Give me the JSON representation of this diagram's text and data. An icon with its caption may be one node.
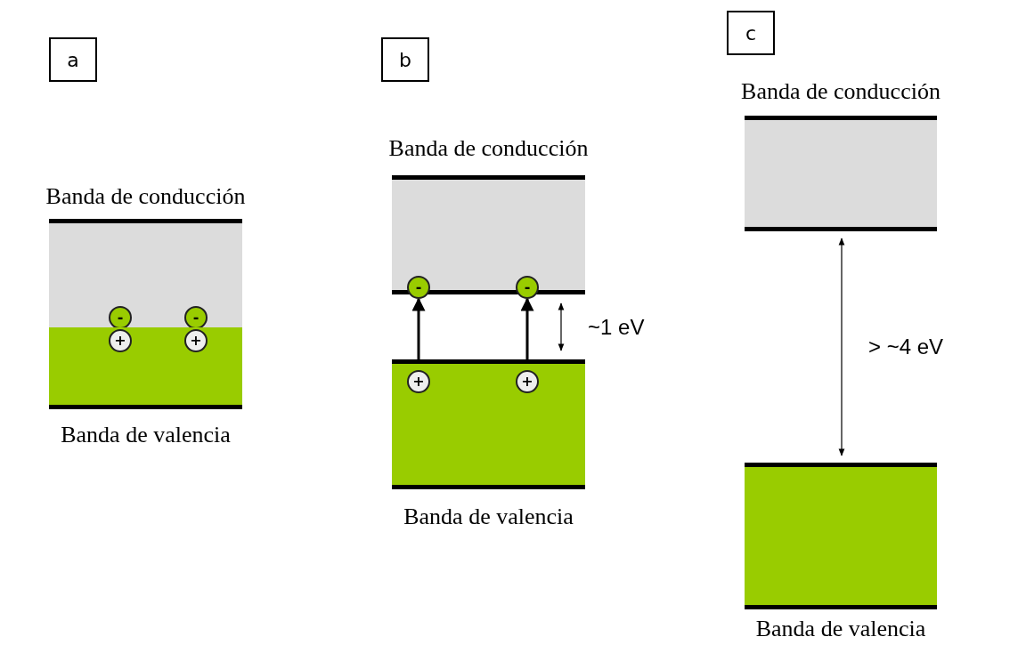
{
  "diagram": {
    "nodes": [
      {
        "text": [
          "a"
        ]
      },
      {
        "text": [
          "Banda de conducción"
        ]
      },
      {
        "text": [
          "-"
        ],
        "in": 1
      },
      {
        "text": [
          "-"
        ],
        "in": 1
      },
      {
        "text": [
          "Banda de valencia"
        ]
      },
      {
        "text": [
          "+"
        ],
        "in": 4
      },
      {
        "text": [
          "+"
        ],
        "in": 4
      },
      {
        "text": [
          "b"
        ]
      },
      {
        "text": [
          "Banda de conducción"
        ]
      },
      {
        "text": [
          "-"
        ],
        "in": 8
      },
      {
        "text": [
          "-"
        ],
        "in": 8
      },
      {
        "text": [
          "Banda de valencia"
        ]
      },
      {
        "text": [
          "+"
        ],
        "in": 11
      },
      {
        "text": [
          "+"
        ],
        "in": 11
      },
      {
        "text": [
          "c"
        ]
      },
      {
        "text": [
          "Banda de conducción"
        ]
      },
      {
        "text": [
          "Banda de valencia"
        ]
      }
    ],
    "edges": [
      {
        "from": 12,
        "to": 9,
        "arrow": "to",
        "style": "thick"
      },
      {
        "from": 13,
        "to": 10,
        "arrow": "to",
        "style": "thick"
      },
      {
        "from": 11,
        "to": 8,
        "arrow": "both",
        "label": "~1 eV"
      },
      {
        "from": 16,
        "to": 15,
        "arrow": "both",
        "label": "> ~4 eV"
      }
    ]
  }
}
